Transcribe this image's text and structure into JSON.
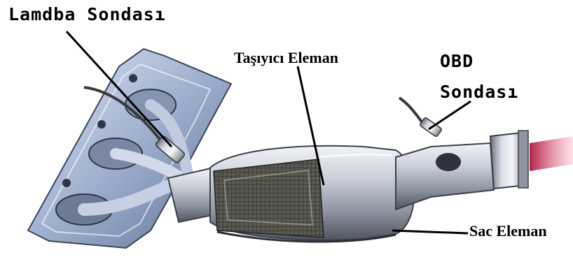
{
  "diagram": {
    "labels": {
      "lambda_probe": "Lamdba Sondası",
      "carrier_element": "Taşıyıcı Eleman",
      "obd_probe_line1": "OBD",
      "obd_probe_line2": "Sondası",
      "sheet_element": "Sac Eleman"
    },
    "colors": {
      "label_text": "#000000",
      "leader_line": "#000000",
      "metal_light": "#e6e8ee",
      "metal_mid": "#a9afbb",
      "metal_dark": "#5b606c",
      "honeycomb": "#4a4a44",
      "exhaust_glow": "#e23a5f",
      "background": "#ffffff"
    }
  }
}
